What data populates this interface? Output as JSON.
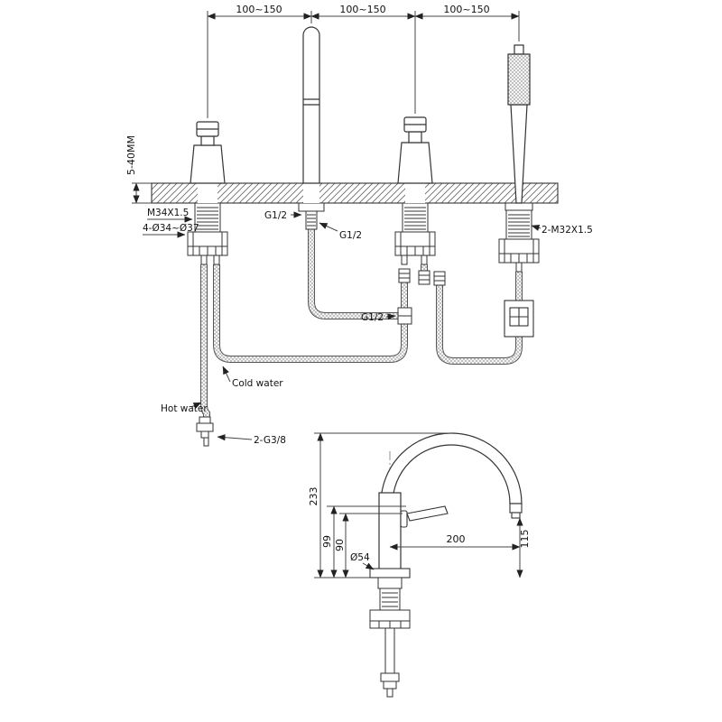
{
  "drawing": {
    "top": {
      "span1": "100~150",
      "span2": "100~150",
      "span3": "100~150",
      "deck_thickness": "5-40MM",
      "valve_thread": "M34X1.5",
      "hole_spec": "4-Ø34~Ø37",
      "spout_inlet_a": "G1/2",
      "spout_inlet_b": "G1/2",
      "tee_thread": "G1/2",
      "shower_thread": "2-M32X1.5",
      "cold_label": "Cold water",
      "hot_label": "Hot water",
      "supply_thread": "2-G3/8"
    },
    "bottom": {
      "height_total": "233",
      "height_handle": "99",
      "height_body": "90",
      "base_dia": "Ø54",
      "reach": "200",
      "outlet_height": "115"
    }
  }
}
